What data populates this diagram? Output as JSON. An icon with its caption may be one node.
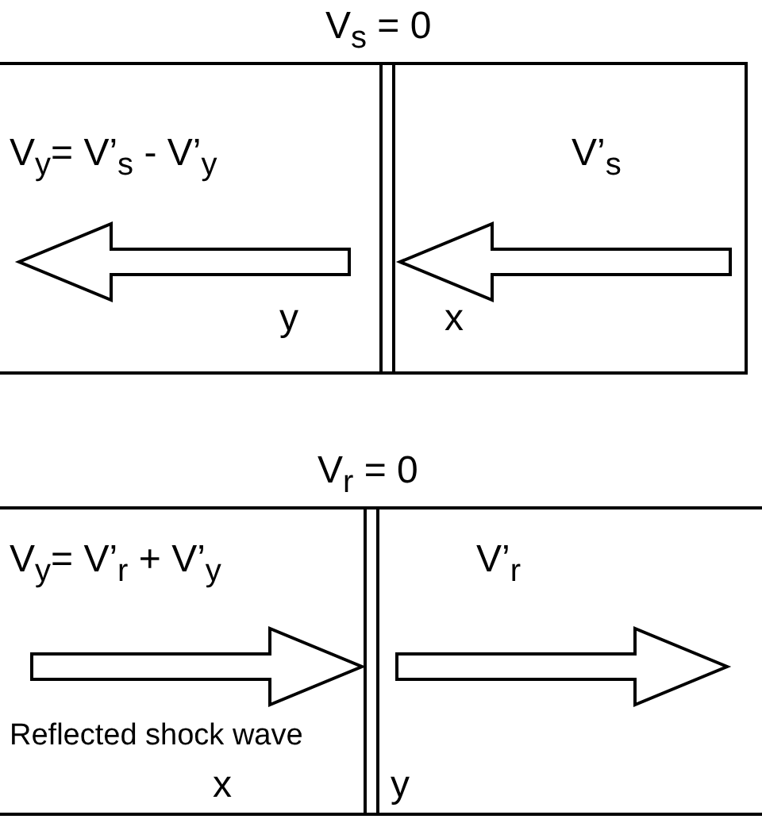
{
  "diagram": {
    "labels": [
      "V$_{s}$ = 0",
      "V$_{y}$= V’$_{s}$ - V’$_{y}$",
      "V’$_{s}$",
      "y",
      "x",
      "V$_{r}$ = 0",
      "V$_{y}$= V’$_{r}$ + V’$_{y}$",
      "V’$_{r}$",
      "Reflected shock wave",
      "x",
      "y"
    ]
  }
}
